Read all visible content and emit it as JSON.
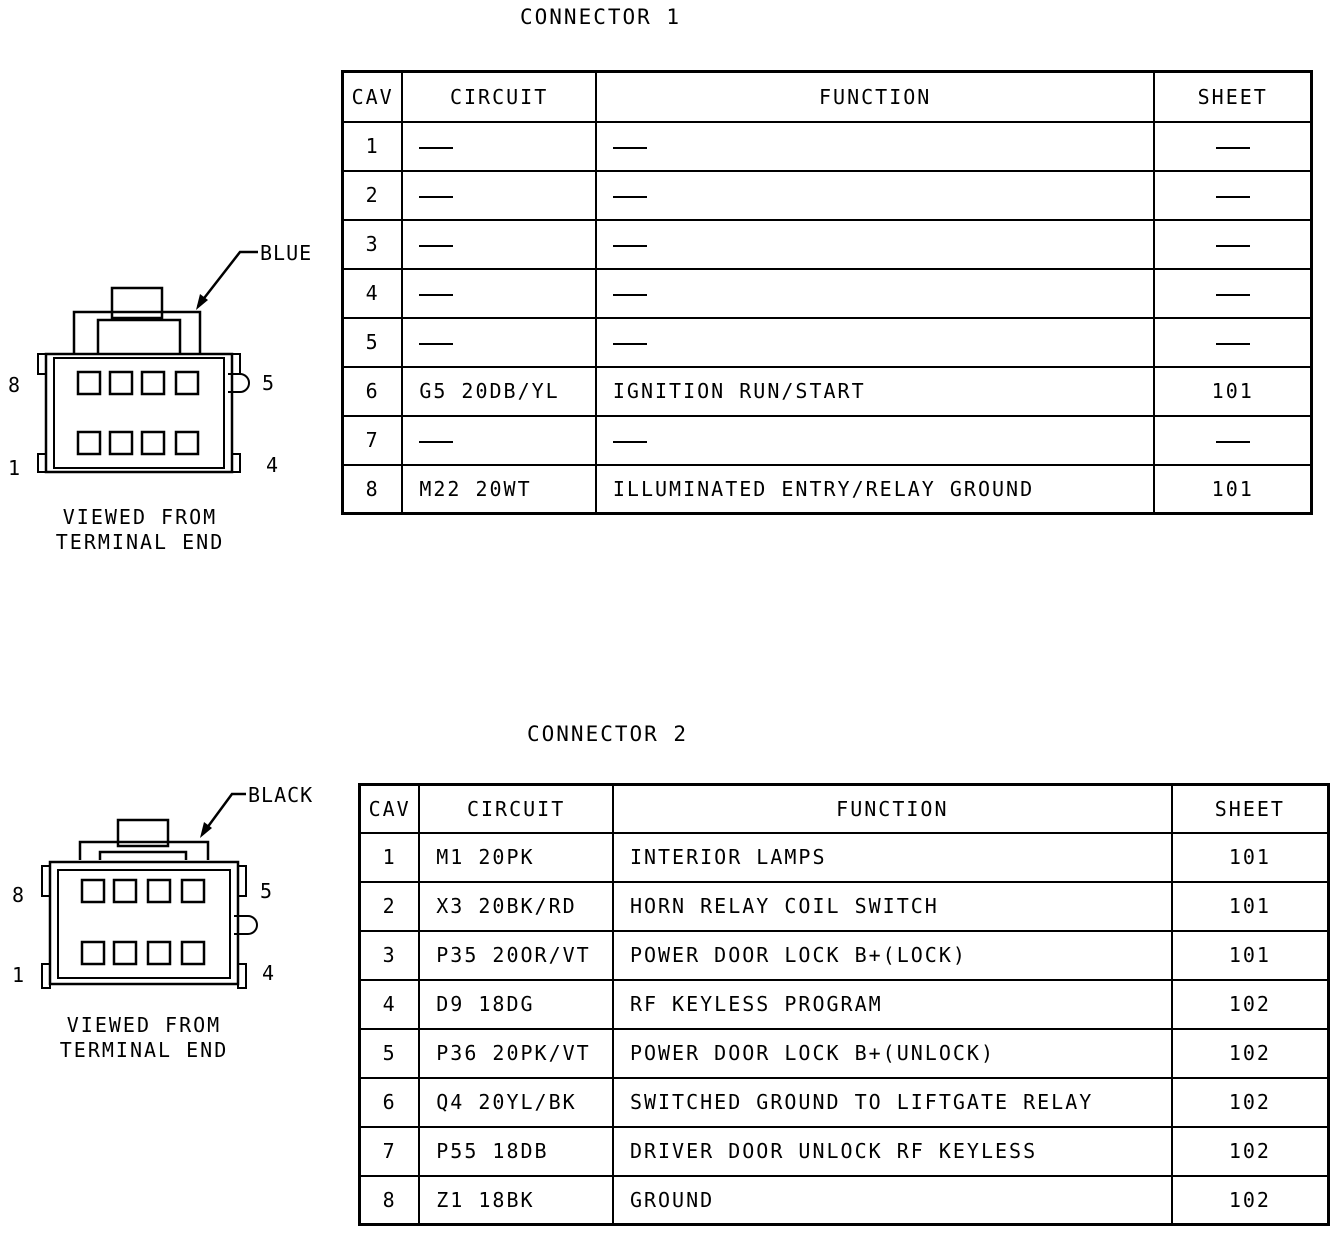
{
  "columns": [
    "CAV",
    "CIRCUIT",
    "FUNCTION",
    "SHEET"
  ],
  "connector1": {
    "title": "CONNECTOR 1",
    "color_label": "BLUE",
    "pin_labels": {
      "top_left": "8",
      "top_right": "5",
      "bottom_left": "1",
      "bottom_right": "4"
    },
    "caption_line1": "VIEWED FROM",
    "caption_line2": "TERMINAL END",
    "rows": [
      {
        "cav": "1",
        "circuit": "—",
        "function": "—",
        "sheet": "—"
      },
      {
        "cav": "2",
        "circuit": "—",
        "function": "—",
        "sheet": "—"
      },
      {
        "cav": "3",
        "circuit": "—",
        "function": "—",
        "sheet": "—"
      },
      {
        "cav": "4",
        "circuit": "—",
        "function": "—",
        "sheet": "—"
      },
      {
        "cav": "5",
        "circuit": "—",
        "function": "—",
        "sheet": "—"
      },
      {
        "cav": "6",
        "circuit": "G5 20DB/YL",
        "function": "IGNITION RUN/START",
        "sheet": "101"
      },
      {
        "cav": "7",
        "circuit": "—",
        "function": "—",
        "sheet": "—"
      },
      {
        "cav": "8",
        "circuit": "M22 20WT",
        "function": "ILLUMINATED ENTRY/RELAY GROUND",
        "sheet": "101"
      }
    ]
  },
  "connector2": {
    "title": "CONNECTOR 2",
    "color_label": "BLACK",
    "pin_labels": {
      "top_left": "8",
      "top_right": "5",
      "bottom_left": "1",
      "bottom_right": "4"
    },
    "caption_line1": "VIEWED FROM",
    "caption_line2": "TERMINAL END",
    "rows": [
      {
        "cav": "1",
        "circuit": "M1 20PK",
        "function": "INTERIOR LAMPS",
        "sheet": "101"
      },
      {
        "cav": "2",
        "circuit": "X3 20BK/RD",
        "function": "HORN RELAY COIL SWITCH",
        "sheet": "101"
      },
      {
        "cav": "3",
        "circuit": "P35 20OR/VT",
        "function": "POWER DOOR LOCK B+(LOCK)",
        "sheet": "101"
      },
      {
        "cav": "4",
        "circuit": "D9 18DG",
        "function": "RF KEYLESS PROGRAM",
        "sheet": "102"
      },
      {
        "cav": "5",
        "circuit": "P36 20PK/VT",
        "function": "POWER DOOR LOCK B+(UNLOCK)",
        "sheet": "102"
      },
      {
        "cav": "6",
        "circuit": "Q4 20YL/BK",
        "function": "SWITCHED GROUND TO LIFTGATE RELAY",
        "sheet": "102"
      },
      {
        "cav": "7",
        "circuit": "P55 18DB",
        "function": "DRIVER DOOR UNLOCK RF KEYLESS",
        "sheet": "102"
      },
      {
        "cav": "8",
        "circuit": "Z1 18BK",
        "function": "GROUND",
        "sheet": "102"
      }
    ]
  }
}
